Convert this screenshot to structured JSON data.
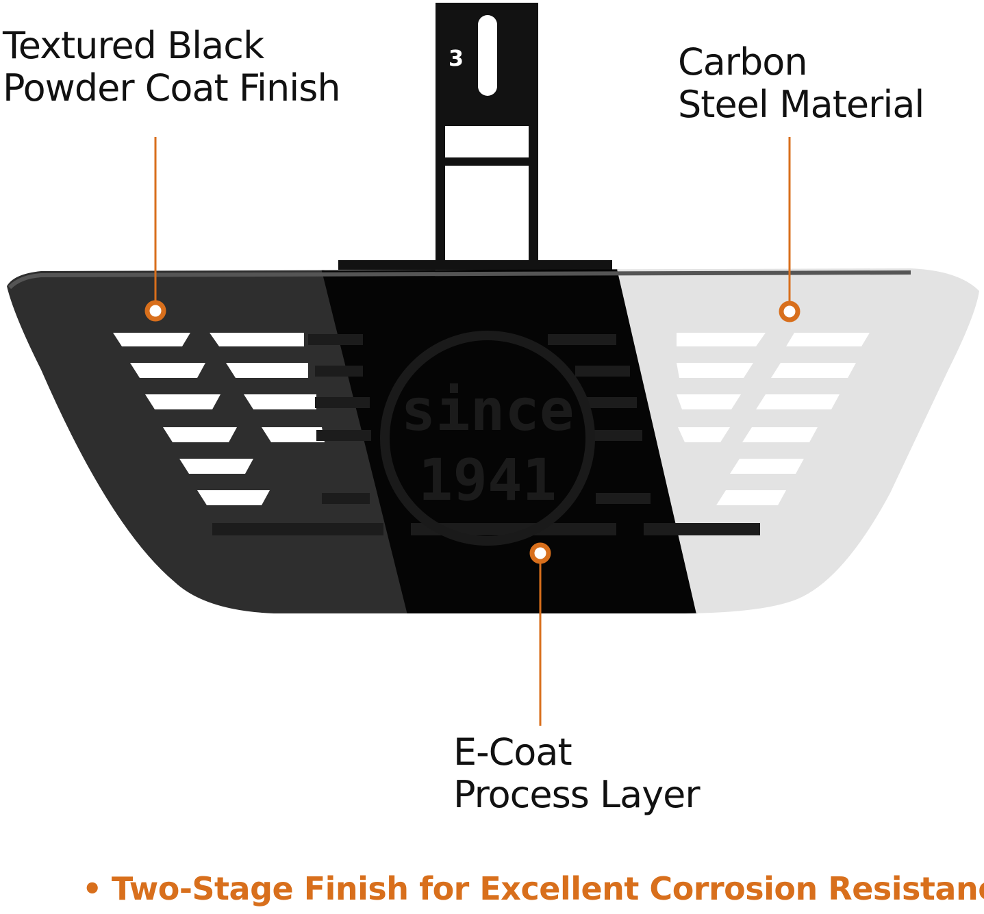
{
  "callouts": {
    "powder_coat": {
      "line1": "Textured Black",
      "line2": "Powder Coat Finish"
    },
    "carbon_steel": {
      "line1": "Carbon",
      "line2": "Steel Material"
    },
    "e_coat": {
      "line1": "E-Coat",
      "line2": "Process Layer"
    }
  },
  "product": {
    "bracket_number": "3",
    "emblem_line1": "since",
    "emblem_line2": "1941"
  },
  "footer": {
    "bullet": "•",
    "text": "Two-Stage Finish for Excellent Corrosion Resistance"
  },
  "colors": {
    "accent": "#d86f1c",
    "text": "#111111",
    "powder_coat": "#2e2e2e",
    "e_coat": "#050505",
    "carbon_steel": "#e3e3e3"
  }
}
